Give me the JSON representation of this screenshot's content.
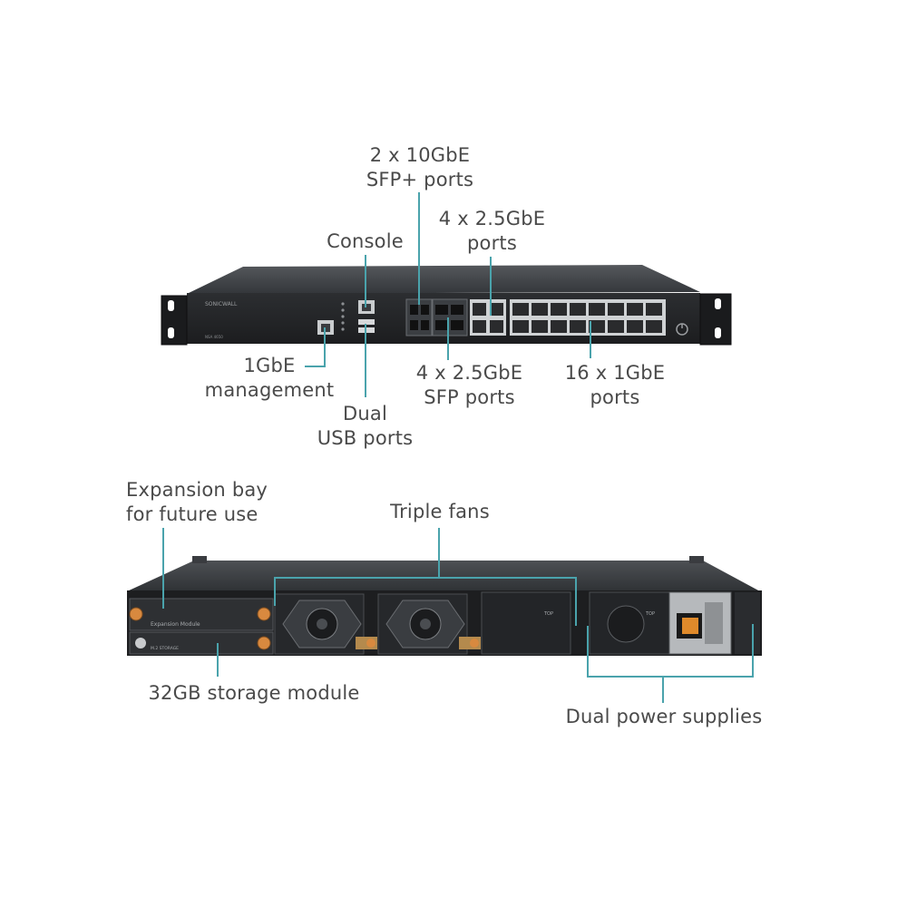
{
  "front_panel": {
    "brand": "SONICWALL",
    "model": "NSA 4650",
    "callouts": {
      "sfp_plus": {
        "line1": "2 x 10GbE",
        "line2": "SFP+ ports"
      },
      "ports_25": {
        "line1": "4 x 2.5GbE",
        "line2": "ports"
      },
      "console": {
        "line1": "Console"
      },
      "mgmt": {
        "line1": "1GbE",
        "line2": "management"
      },
      "sfp_25": {
        "line1": "4 x 2.5GbE",
        "line2": "SFP ports"
      },
      "ports_1g": {
        "line1": "16 x 1GbE",
        "line2": "ports"
      },
      "usb": {
        "line1": "Dual",
        "line2": "USB ports"
      }
    }
  },
  "back_panel": {
    "expansion_module_text": "Expansion Module",
    "storage_module_text": "M.2 STORAGE",
    "psu_top_text": "TOP",
    "callouts": {
      "expansion": {
        "line1": "Expansion bay",
        "line2": "for future use"
      },
      "fans": {
        "line1": "Triple fans"
      },
      "storage": {
        "line1": "32GB storage module"
      },
      "psu": {
        "line1": "Dual power supplies"
      }
    }
  },
  "colors": {
    "callout_line": "#4aa3ac",
    "label_text": "#4a4a4a",
    "chassis": "#2a2c2f",
    "chassis_dark": "#17181a"
  }
}
